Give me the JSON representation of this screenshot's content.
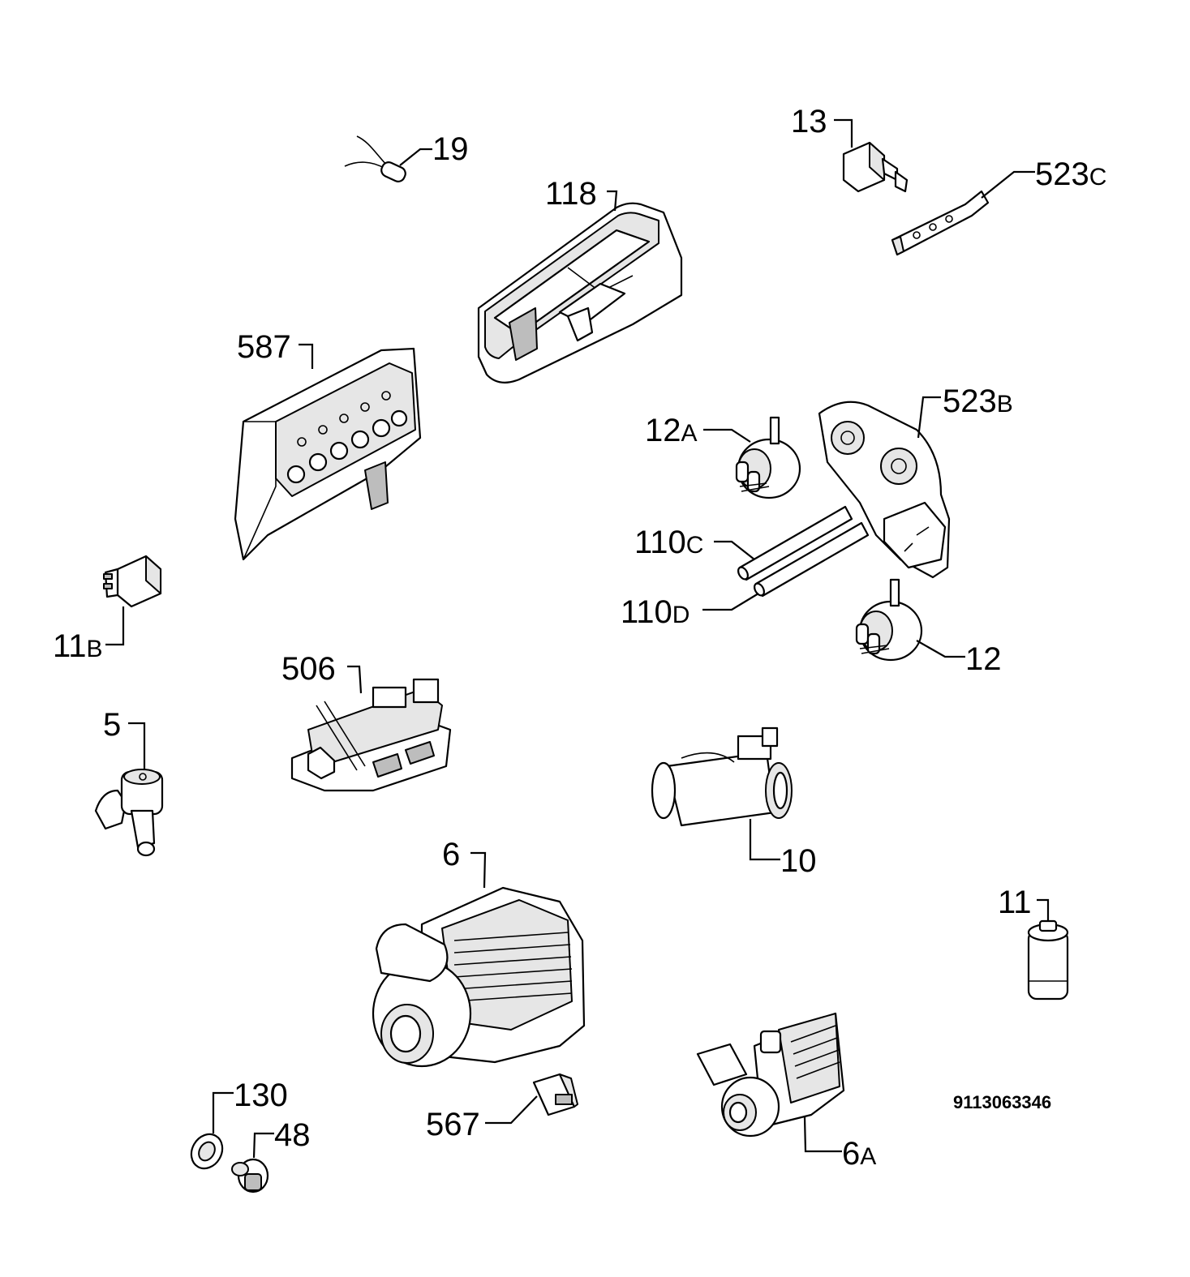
{
  "labels": {
    "p19": "19",
    "p13": "13",
    "p523": "523",
    "p523_c": "C",
    "p118": "118",
    "p587": "587",
    "p12": "12",
    "p12_a": "A",
    "p523b": "523",
    "p523b_b": "B",
    "p110": "110",
    "p110_c": "C",
    "p110d": "110",
    "p110d_d": "D",
    "p12b": "12",
    "p11": "11",
    "p11_b": "B",
    "p506": "506",
    "p5": "5",
    "p10": "10",
    "p6": "6",
    "p11c": "11",
    "p130": "130",
    "p48": "48",
    "p567": "567",
    "p6a": "6",
    "p6a_a": "A"
  },
  "drawing_code": "9113063346"
}
